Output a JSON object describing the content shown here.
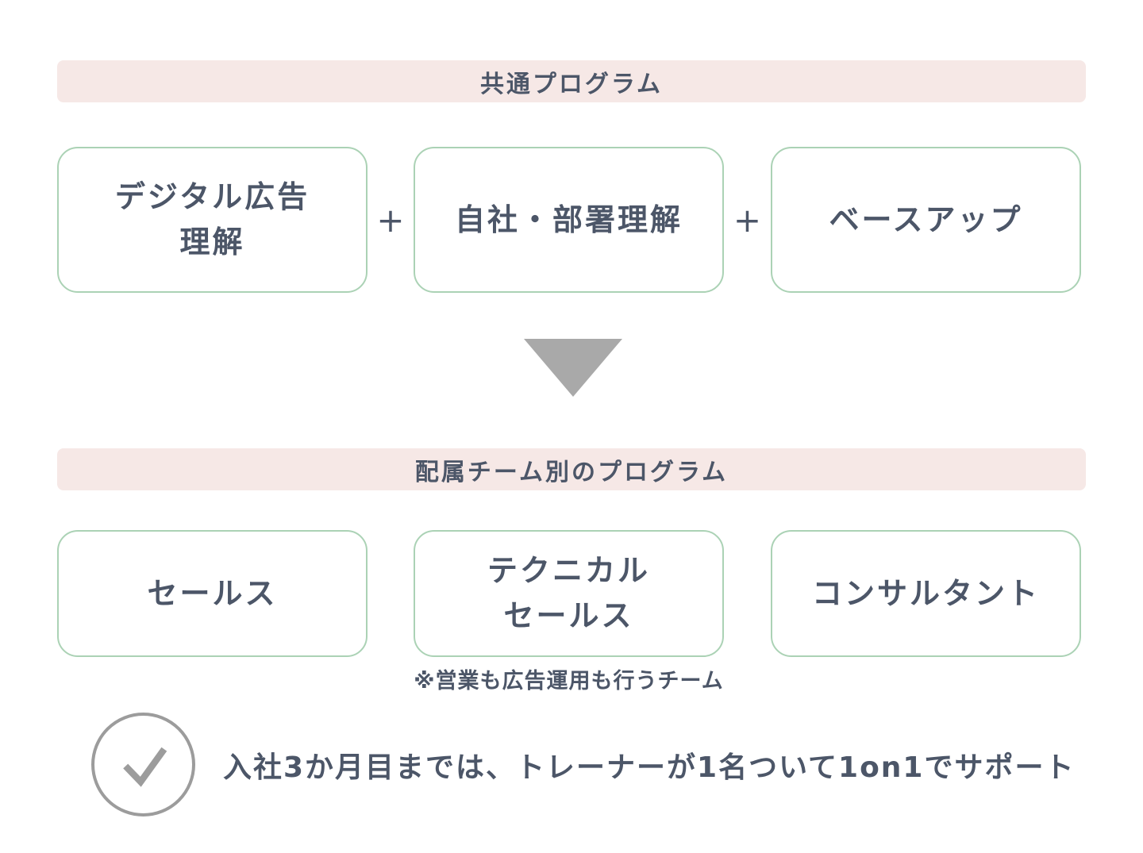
{
  "colors": {
    "banner_bg": "#f6e8e6",
    "box_border": "#abd2b5",
    "text": "#4c5668",
    "arrow_gray": "#a9a9a9",
    "check_gray": "#9c9c9c"
  },
  "common_program": {
    "banner": "共通プログラム",
    "plus": "+",
    "boxes": [
      {
        "label": "デジタル広告\n理解"
      },
      {
        "label": "自社・部署理解"
      },
      {
        "label": "ベースアップ"
      }
    ]
  },
  "team_program": {
    "banner": "配属チーム別のプログラム",
    "boxes": [
      {
        "label": "セールス"
      },
      {
        "label": "テクニカル\nセールス"
      },
      {
        "label": "コンサルタント"
      }
    ],
    "note": "※営業も広告運用も行うチーム"
  },
  "footer": {
    "check_icon": "check-circle-icon",
    "text": "入社3か月目までは、トレーナーが1名ついて1on1でサポート"
  }
}
